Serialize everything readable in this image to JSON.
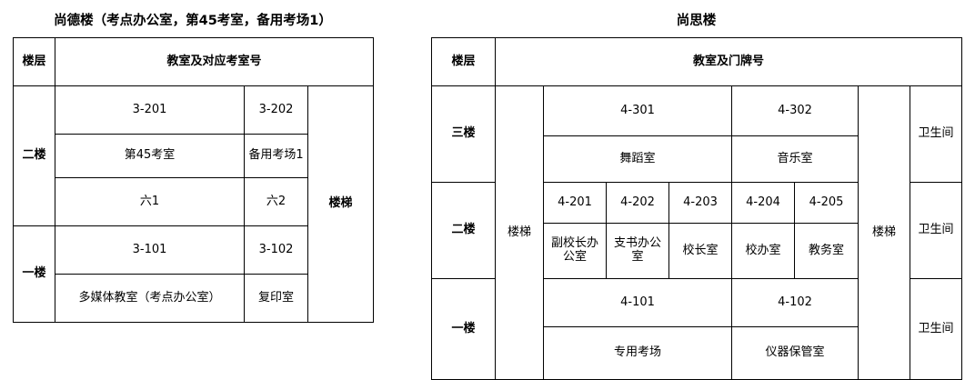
{
  "buildings": [
    {
      "title": "尚德楼（考点办公室，第45考室，备用考场1）",
      "header": {
        "floor": "楼层",
        "rooms": "教室及对应考室号"
      },
      "stair_label": "楼梯",
      "floors": [
        {
          "label": "二楼",
          "rows": [
            {
              "cells": [
                {
                  "text": "3-201"
                },
                {
                  "text": "3-202"
                }
              ]
            },
            {
              "cells": [
                {
                  "text": "第45考室",
                  "blue": true
                },
                {
                  "text": "备用考场1",
                  "blue": true
                }
              ]
            },
            {
              "cells": [
                {
                  "text": "六1"
                },
                {
                  "text": "六2"
                }
              ]
            }
          ]
        },
        {
          "label": "一楼",
          "rows": [
            {
              "cells": [
                {
                  "text": "3-101"
                },
                {
                  "text": "3-102"
                }
              ]
            },
            {
              "cells": [
                {
                  "text": "多媒体教室（考点办公室）",
                  "blue": true
                },
                {
                  "text": "复印室"
                }
              ]
            }
          ]
        }
      ]
    },
    {
      "title": "尚思楼",
      "header": {
        "floor": "楼层",
        "rooms": "教室及门牌号"
      },
      "stair_left_label": "楼梯",
      "stair_right_label": "楼梯",
      "toilet_label": "卫生间",
      "floors": [
        {
          "label": "三楼",
          "rows": [
            {
              "cells": [
                {
                  "text": "4-301"
                },
                {
                  "text": "4-302"
                }
              ]
            },
            {
              "cells": [
                {
                  "text": "舞蹈室",
                  "blue": true
                },
                {
                  "text": "音乐室"
                }
              ]
            }
          ],
          "toilet": "卫生间"
        },
        {
          "label": "二楼",
          "rows": [
            {
              "cells": [
                {
                  "text": "4-201"
                },
                {
                  "text": "4-202"
                },
                {
                  "text": "4-203"
                },
                {
                  "text": "4-204"
                },
                {
                  "text": "4-205"
                }
              ]
            },
            {
              "cells": [
                {
                  "text": "副校长办公室"
                },
                {
                  "text": "支书办公室"
                },
                {
                  "text": "校长室"
                },
                {
                  "text": "校办室"
                },
                {
                  "text": "教务室"
                }
              ]
            }
          ],
          "toilet": "卫生间"
        },
        {
          "label": "一楼",
          "rows": [
            {
              "cells": [
                {
                  "text": "4-101"
                },
                {
                  "text": "4-102"
                }
              ]
            },
            {
              "cells": [
                {
                  "text": "专用考场",
                  "blue": true
                },
                {
                  "text": "仪器保管室"
                }
              ]
            }
          ],
          "toilet": "卫生间"
        }
      ]
    }
  ],
  "colors": {
    "highlight": "#8FAADC",
    "border": "#000000",
    "background": "#FFFFFF",
    "text": "#000000"
  }
}
